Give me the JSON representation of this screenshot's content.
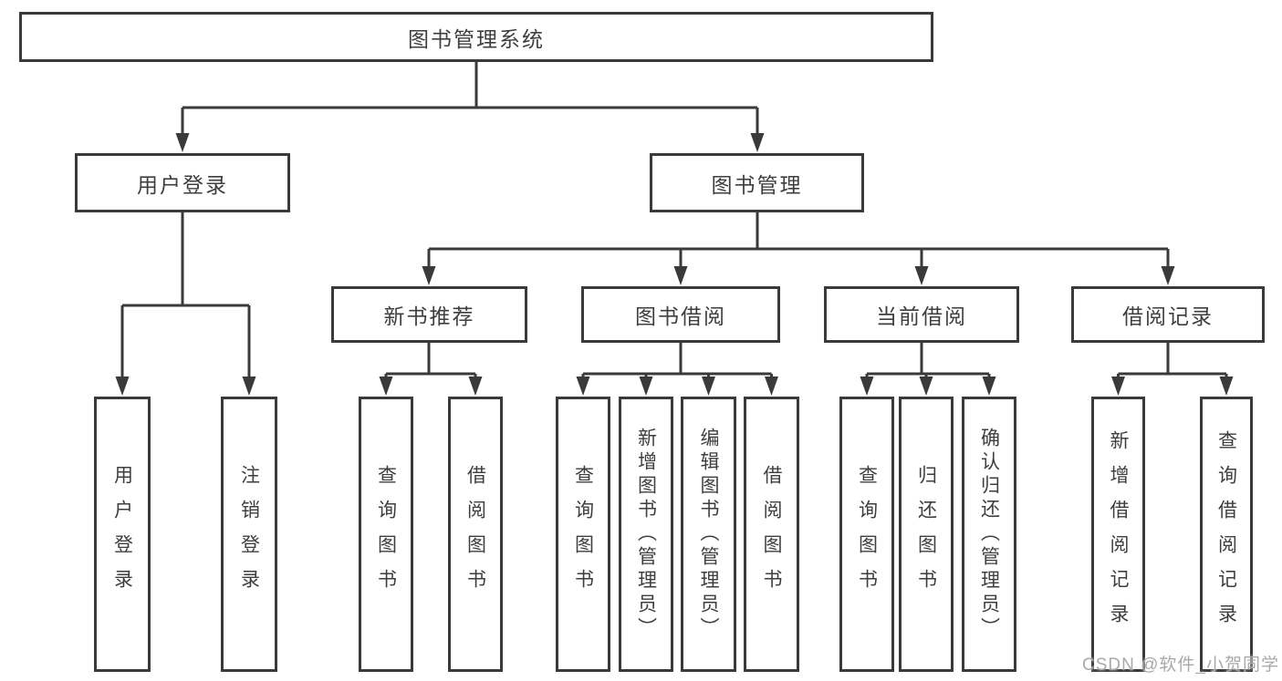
{
  "root": {
    "label": "图书管理系统"
  },
  "level2": [
    {
      "label": "用户登录"
    },
    {
      "label": "图书管理"
    }
  ],
  "level3": [
    {
      "label": "新书推荐"
    },
    {
      "label": "图书借阅"
    },
    {
      "label": "当前借阅"
    },
    {
      "label": "借阅记录"
    }
  ],
  "leaves": {
    "user_login": [
      "用户登录",
      "注销登录"
    ],
    "new_book_recommend": [
      "查询图书",
      "借阅图书"
    ],
    "book_borrow": [
      "查询图书",
      "新增图书（管理员）",
      "编辑图书（管理员）",
      "借阅图书"
    ],
    "current_borrow": [
      "查询图书",
      "归还图书",
      "确认归还（管理员）"
    ],
    "borrow_records": [
      "新增借阅记录",
      "查询借阅记录"
    ]
  },
  "watermark": "CSDN @软件_小贺同学",
  "colors": {
    "line": "#3a3a3a",
    "text": "#3e3e3e",
    "background": "#ffffff",
    "watermark": "#a9a9a9"
  }
}
